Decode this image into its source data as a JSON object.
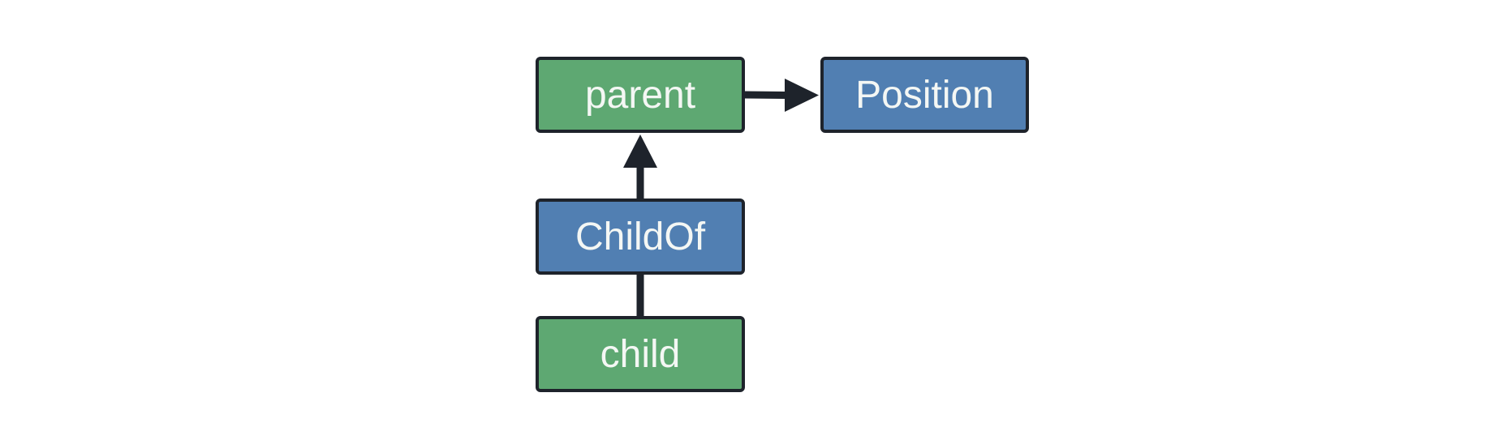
{
  "nodes": {
    "parent": {
      "label": "parent",
      "color": "#5ea872"
    },
    "position": {
      "label": "Position",
      "color": "#517fb2"
    },
    "childof": {
      "label": "ChildOf",
      "color": "#517fb2"
    },
    "child": {
      "label": "child",
      "color": "#5ea872"
    }
  },
  "edge_color": "#1e232b",
  "edges": [
    {
      "from": "parent",
      "to": "position",
      "arrow": true
    },
    {
      "from": "childof",
      "to": "parent",
      "arrow": true
    },
    {
      "from": "child",
      "to": "childof",
      "arrow": false
    }
  ]
}
